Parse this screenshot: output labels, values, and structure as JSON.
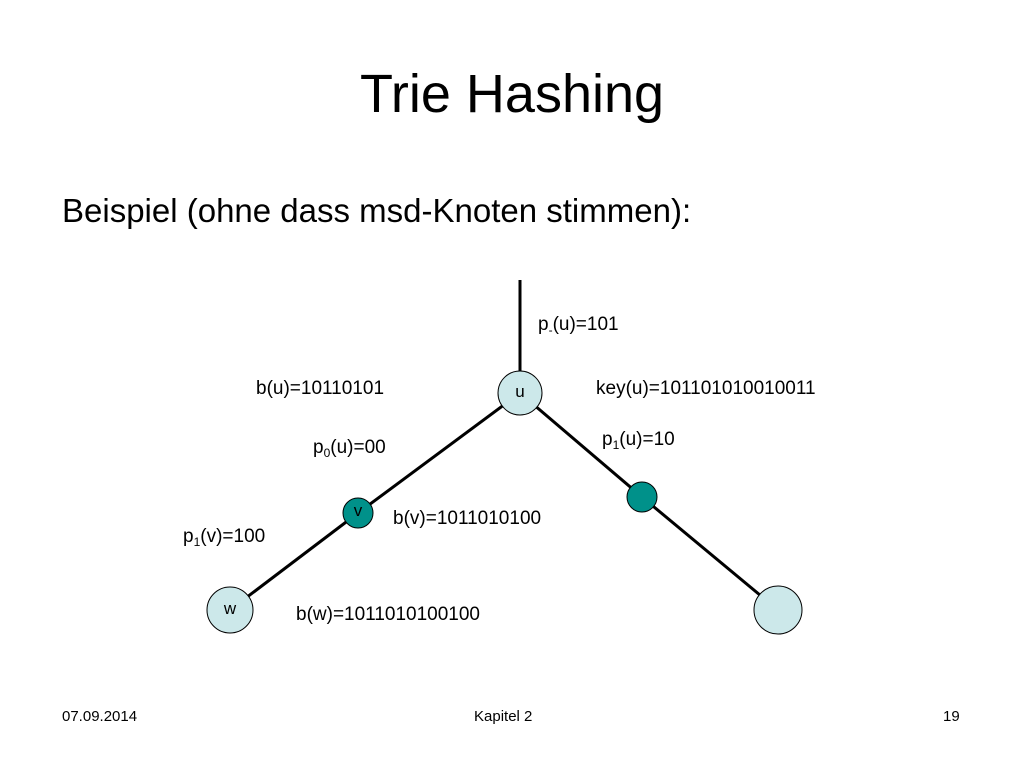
{
  "slide": {
    "title": "Trie Hashing",
    "subtitle": "Beispiel (ohne dass msd-Knoten stimmen):"
  },
  "nodes": {
    "u": {
      "letter": "u",
      "fill": "#cce8ea"
    },
    "v": {
      "letter": "v",
      "fill": "#00918a"
    },
    "w": {
      "letter": "w",
      "fill": "#cce8ea"
    },
    "right_inner": {
      "fill": "#00918a"
    },
    "right_leaf": {
      "fill": "#cce8ea"
    }
  },
  "labels": {
    "p_minus_u": {
      "base": "p",
      "sub": "-",
      "rest": "(u)=101"
    },
    "b_u": "b(u)=10110101",
    "key_u": "key(u)=101101010010011",
    "p1_u": {
      "base": "p",
      "sub": "1",
      "rest": "(u)=10"
    },
    "p0_u": {
      "base": "p",
      "sub": "0",
      "rest": "(u)=00"
    },
    "b_v": "b(v)=1011010100",
    "p1_v": {
      "base": "p",
      "sub": "1",
      "rest": "(v)=100"
    },
    "b_w": "b(w)=1011010100100"
  },
  "footer": {
    "date": "07.09.2014",
    "chapter": "Kapitel 2",
    "page": "19"
  }
}
